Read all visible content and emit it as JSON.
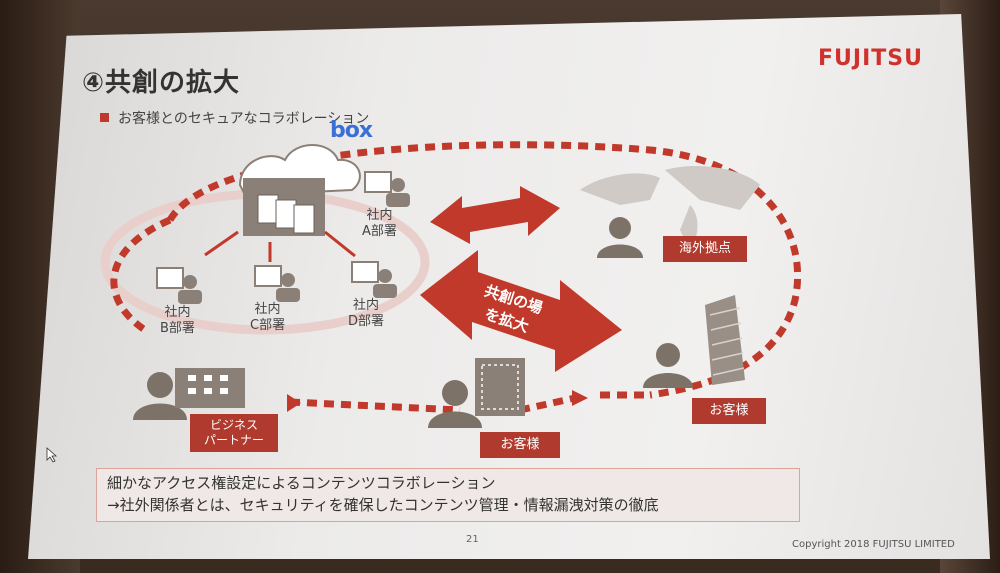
{
  "slide": {
    "brand": "FUJITSU",
    "title": "④共創の拡大",
    "subtitle": "お客様とのセキュアなコラボレーション",
    "box_logo": "box",
    "departments": {
      "a": "社内\nA部署",
      "b": "社内\nB部署",
      "c": "社内\nC部署",
      "d": "社内\nD部署"
    },
    "center_arrow": "共創の場\nを拡大",
    "labels": {
      "overseas": "海外拠点",
      "partner": "ビジネス\nパートナー",
      "customer1": "お客様",
      "customer2": "お客様"
    },
    "bottom_text": {
      "line1": "細かなアクセス権設定によるコンテンツコラボレーション",
      "line2": "→社外関係者とは、セキュリティを確保したコンテンツ管理・情報漏洩対策の徹底"
    },
    "page_number": "21",
    "copyright": "Copyright 2018 FUJITSU LIMITED"
  },
  "colors": {
    "accent": "#b03a2e",
    "brand_red": "#d0312d",
    "box_blue": "#3a6fd8",
    "figure_gray": "#7d7268"
  }
}
